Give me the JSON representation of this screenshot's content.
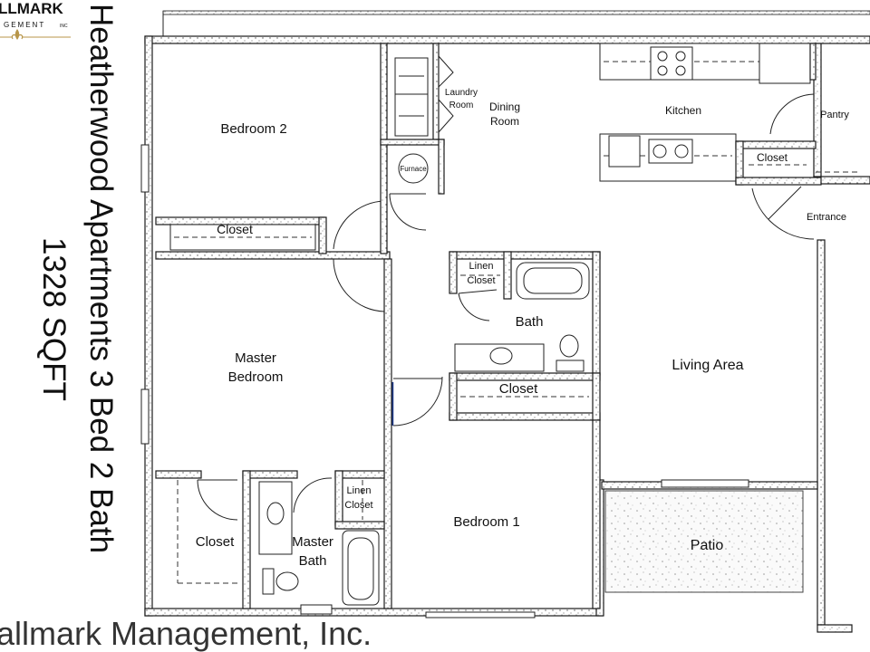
{
  "logo": {
    "line1": "LLMARK",
    "line2": "GEMENT",
    "suffix": "INC"
  },
  "title": "Heatherwood Apartments 3 Bed 2 Bath",
  "area": "1328 SQFT",
  "watermark": "allmark Management, Inc.",
  "rooms": {
    "bedroom2": "Bedroom 2",
    "closet_bed2": "Closet",
    "laundry": [
      "Laundry",
      "Room"
    ],
    "furnace": "Furnace",
    "dining": [
      "Dining",
      "Room"
    ],
    "kitchen": "Kitchen",
    "pantry": "Pantry",
    "closet_entry": "Closet",
    "entrance": "Entrance",
    "linen_bath": [
      "Linen",
      "Closet"
    ],
    "bath": "Bath",
    "master_bedroom": [
      "Master",
      "Bedroom"
    ],
    "closet_hall": "Closet",
    "living": "Living Area",
    "master_closet": "Closet",
    "linen_master": [
      "Linen",
      "Closet"
    ],
    "master_bath": [
      "Master",
      "Bath"
    ],
    "bedroom1": "Bedroom 1",
    "patio": "Patio"
  },
  "colors": {
    "wall_stroke": "#1a1a1a",
    "patio_fill": "#f2f2f2",
    "logo_gold": "#b8964a",
    "door_accent": "#1f3a8a",
    "watermark": "#c8c8c8"
  }
}
